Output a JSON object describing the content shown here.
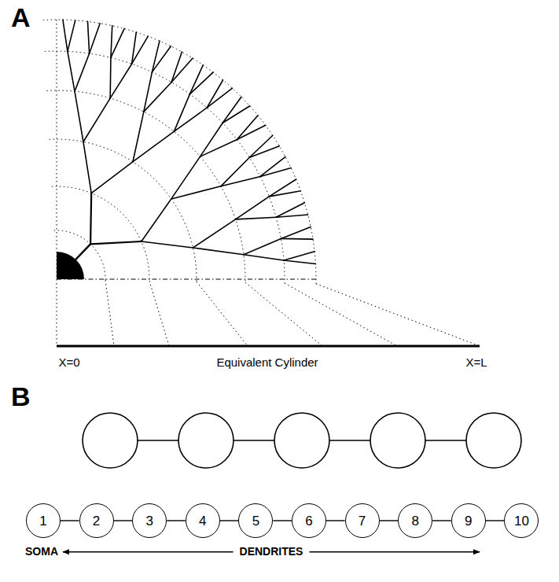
{
  "diagram": {
    "nodes": [
      {
        "text": [
          "1"
        ]
      },
      {
        "text": [
          "2"
        ]
      },
      {
        "text": [
          "3"
        ]
      },
      {
        "text": [
          "4"
        ]
      },
      {
        "text": [
          "5"
        ]
      },
      {
        "text": [
          "6"
        ]
      },
      {
        "text": [
          "7"
        ]
      },
      {
        "text": [
          "8"
        ]
      },
      {
        "text": [
          "9"
        ]
      },
      {
        "text": [
          "10"
        ]
      }
    ],
    "edges": [
      {
        "from": 0,
        "to": 1,
        "arrow": "none"
      },
      {
        "from": 1,
        "to": 2,
        "arrow": "none"
      },
      {
        "from": 2,
        "to": 3,
        "arrow": "none"
      },
      {
        "from": 3,
        "to": 4,
        "arrow": "none"
      },
      {
        "from": 4,
        "to": 5,
        "arrow": "none"
      },
      {
        "from": 5,
        "to": 6,
        "arrow": "none"
      },
      {
        "from": 6,
        "to": 7,
        "arrow": "none"
      },
      {
        "from": 7,
        "to": 8,
        "arrow": "none"
      },
      {
        "from": 8,
        "to": 9,
        "arrow": "none"
      }
    ],
    "labels": [
      "A",
      "X=0",
      "Equivalent Cylinder",
      "X=L",
      "B",
      "SOMA",
      "DENDRITES"
    ]
  }
}
